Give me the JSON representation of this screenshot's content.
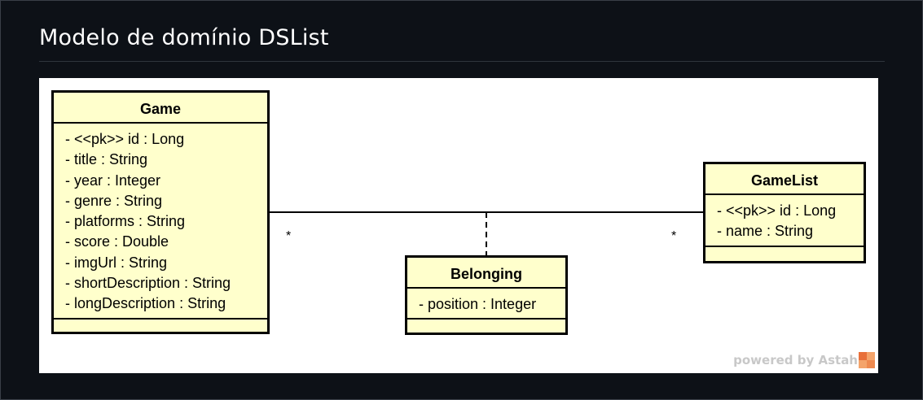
{
  "title": "Modelo de domínio DSList",
  "diagram": {
    "classes": {
      "game": {
        "name": "Game",
        "attributes": [
          "- <<pk>> id : Long",
          "- title : String",
          "- year : Integer",
          "- genre : String",
          "- platforms : String",
          "- score : Double",
          "- imgUrl : String",
          "- shortDescription : String",
          "- longDescription : String"
        ]
      },
      "gamelist": {
        "name": "GameList",
        "attributes": [
          "- <<pk>> id : Long",
          "- name : String"
        ]
      },
      "belonging": {
        "name": "Belonging",
        "attributes": [
          "- position : Integer"
        ]
      }
    },
    "association": {
      "multiplicity_left": "*",
      "multiplicity_right": "*",
      "association_class": "Belonging"
    },
    "watermark": "powered by Astah"
  }
}
